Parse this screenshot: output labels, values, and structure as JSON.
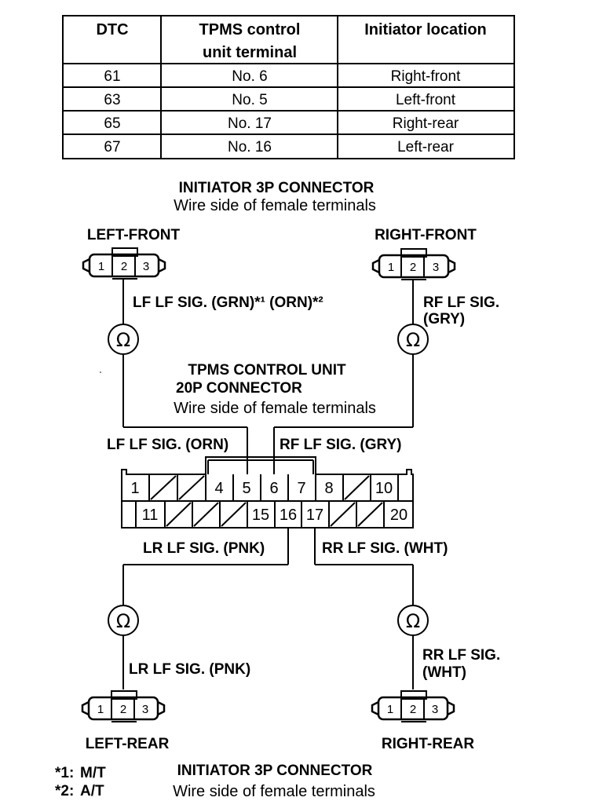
{
  "table": {
    "headers": [
      "DTC",
      "TPMS control",
      "unit terminal",
      "Initiator location"
    ],
    "rows": [
      {
        "dtc": "61",
        "terminal": "No. 6",
        "location": "Right-front"
      },
      {
        "dtc": "63",
        "terminal": "No. 5",
        "location": "Left-front"
      },
      {
        "dtc": "65",
        "terminal": "No. 17",
        "location": "Right-rear"
      },
      {
        "dtc": "67",
        "terminal": "No. 16",
        "location": "Left-rear"
      }
    ]
  },
  "top_caption": {
    "title": "INITIATOR 3P CONNECTOR",
    "subtitle": "Wire side of female terminals"
  },
  "connectors": {
    "left_front": {
      "label": "LEFT-FRONT",
      "pins": [
        "1",
        "2",
        "3"
      ]
    },
    "right_front": {
      "label": "RIGHT-FRONT",
      "pins": [
        "1",
        "2",
        "3"
      ]
    },
    "left_rear": {
      "label": "LEFT-REAR",
      "pins": [
        "1",
        "2",
        "3"
      ]
    },
    "right_rear": {
      "label": "RIGHT-REAR",
      "pins": [
        "1",
        "2",
        "3"
      ]
    }
  },
  "wires": {
    "lf_top": "LF LF SIG. (GRN)*¹ (ORN)*²",
    "rf_top_1": "RF LF SIG.",
    "rf_top_2": "(GRY)",
    "lf_unit": "LF LF SIG. (ORN)",
    "rf_unit": "RF LF SIG. (GRY)",
    "lr_unit": "LR LF SIG. (PNK)",
    "rr_unit": "RR LF SIG. (WHT)",
    "lr_bottom": "LR LF SIG. (PNK)",
    "rr_bottom_1": "RR LF SIG.",
    "rr_bottom_2": "(WHT)"
  },
  "ohm_symbol": "Ω",
  "control_unit": {
    "title_1": "TPMS CONTROL UNIT",
    "title_2": "20P CONNECTOR",
    "subtitle": "Wire side of female terminals",
    "top_row": [
      "1",
      "",
      "",
      "4",
      "5",
      "6",
      "7",
      "8",
      "",
      "10"
    ],
    "bottom_row": [
      "",
      "11",
      "",
      "",
      "",
      "15",
      "16",
      "17",
      "",
      "",
      "20"
    ]
  },
  "bottom_caption": {
    "title": "INITIATOR 3P CONNECTOR",
    "subtitle": "Wire side of female terminals"
  },
  "notes": [
    {
      "key": "*1:",
      "value": "M/T"
    },
    {
      "key": "*2:",
      "value": "A/T"
    }
  ]
}
